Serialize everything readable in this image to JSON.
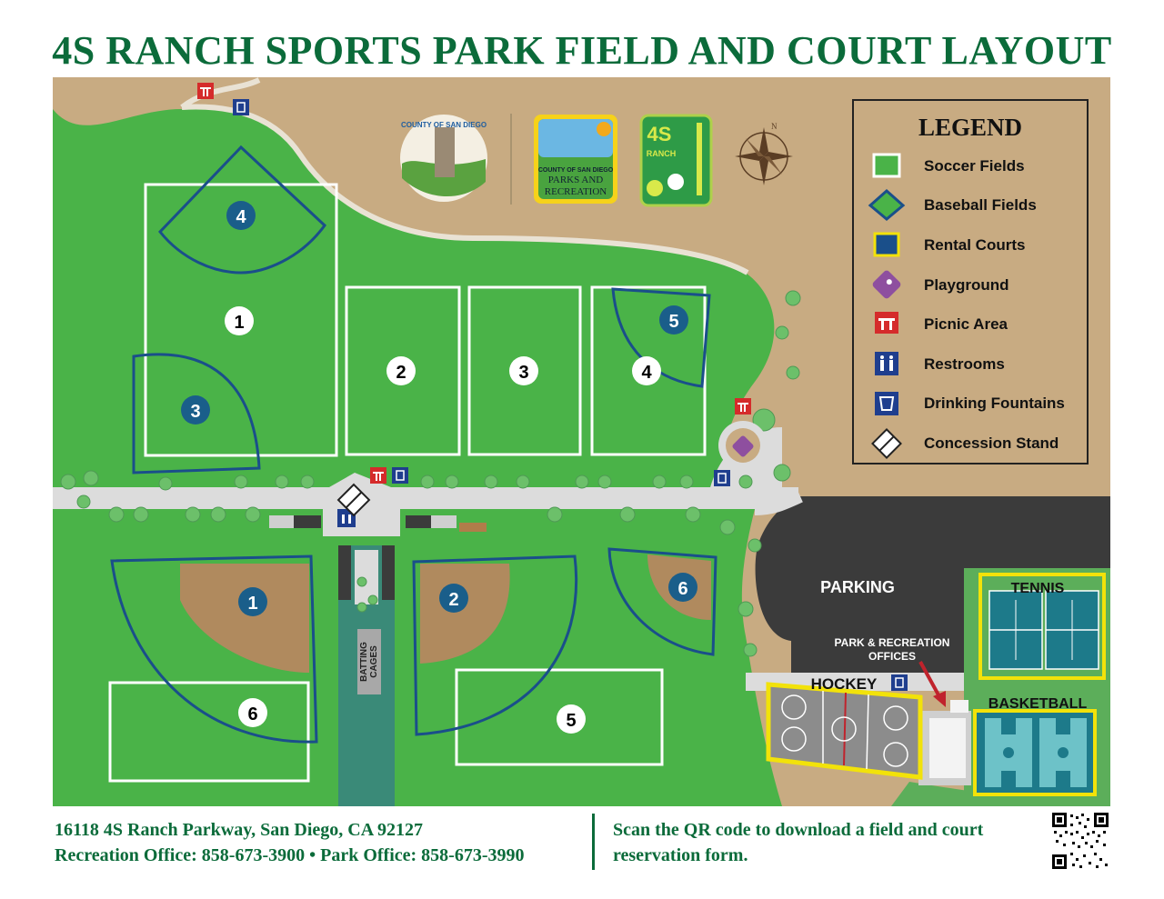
{
  "title": "4S RANCH SPORTS PARK FIELD AND COURT LAYOUT",
  "logos": {
    "county": "COUNTY OF SAN DIEGO",
    "parks_top": "COUNTY OF SAN DIEGO",
    "parks_line1": "PARKS AND",
    "parks_line2": "RECREATION",
    "fourS": "4S",
    "ranch": "RANCH",
    "compass_n": "N"
  },
  "legend": {
    "heading": "LEGEND",
    "items": [
      {
        "label": "Soccer Fields",
        "icon": "soccer-field-icon"
      },
      {
        "label": "Baseball Fields",
        "icon": "baseball-field-icon"
      },
      {
        "label": "Rental Courts",
        "icon": "rental-court-icon"
      },
      {
        "label": "Playground",
        "icon": "playground-icon"
      },
      {
        "label": "Picnic Area",
        "icon": "picnic-icon"
      },
      {
        "label": "Restrooms",
        "icon": "restroom-icon"
      },
      {
        "label": "Drinking Fountains",
        "icon": "fountain-icon"
      },
      {
        "label": "Concession Stand",
        "icon": "concession-icon"
      }
    ]
  },
  "soccer_markers": [
    "1",
    "2",
    "3",
    "4",
    "5",
    "6"
  ],
  "baseball_markers": [
    "1",
    "2",
    "3",
    "4",
    "5",
    "6"
  ],
  "labels": {
    "parking": "PARKING",
    "tennis": "TENNIS",
    "hockey": "HOCKEY",
    "basketball": "BASKETBALL",
    "offices_line1": "PARK & RECREATION",
    "offices_line2": "OFFICES",
    "batting_line1": "BATTING",
    "batting_line2": "CAGES"
  },
  "footer": {
    "address": "16118 4S Ranch Parkway, San Diego, CA 92127",
    "phones": "Recreation Office: 858-673-3900 • Park Office: 858-673-3990",
    "qr_line1": "Scan the QR code to download a field and court",
    "qr_line2": "reservation form."
  },
  "colors": {
    "title": "#0b6b3a",
    "grass": "#4ab348",
    "sand": "#c9ad84",
    "baseball": "#1a4f8a",
    "court_border": "#f2e20a",
    "court_fill": "#1d7a8a",
    "parking": "#3b3b3b"
  }
}
